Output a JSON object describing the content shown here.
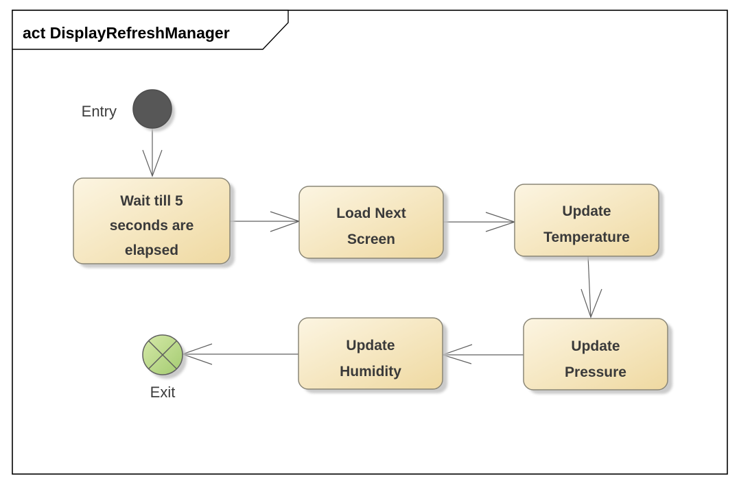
{
  "frame": {
    "title": "act DisplayRefreshManager"
  },
  "nodes": {
    "entry": {
      "label": "Entry",
      "kind": "initial-node"
    },
    "wait": {
      "lines": [
        "Wait till 5",
        "seconds are",
        "elapsed"
      ]
    },
    "load": {
      "lines": [
        "Load Next",
        "Screen"
      ]
    },
    "temperature": {
      "lines": [
        "Update",
        "Temperature"
      ]
    },
    "pressure": {
      "lines": [
        "Update",
        "Pressure"
      ]
    },
    "humidity": {
      "lines": [
        "Update",
        "Humidity"
      ]
    },
    "exit": {
      "label": "Exit",
      "kind": "final-exit-node"
    }
  },
  "edges": [
    {
      "from": "entry",
      "to": "wait"
    },
    {
      "from": "wait",
      "to": "load"
    },
    {
      "from": "load",
      "to": "temperature"
    },
    {
      "from": "temperature",
      "to": "pressure"
    },
    {
      "from": "pressure",
      "to": "humidity"
    },
    {
      "from": "humidity",
      "to": "exit"
    }
  ],
  "colors": {
    "activity_fill_top": "#FCF5E2",
    "activity_fill_bottom": "#EFD9A1",
    "activity_border": "#8a8676",
    "activity_text": "#3a3a3a",
    "entry_fill": "#575757",
    "entry_border": "#4d4d4d",
    "exit_fill_top": "#D6E9A9",
    "exit_fill_bottom": "#A3CB70",
    "exit_border": "#5e5e5e",
    "flow_line": "#5f5f5f",
    "shadow": "#c2c2c2",
    "frame_border": "#000000",
    "background": "#ffffff"
  }
}
